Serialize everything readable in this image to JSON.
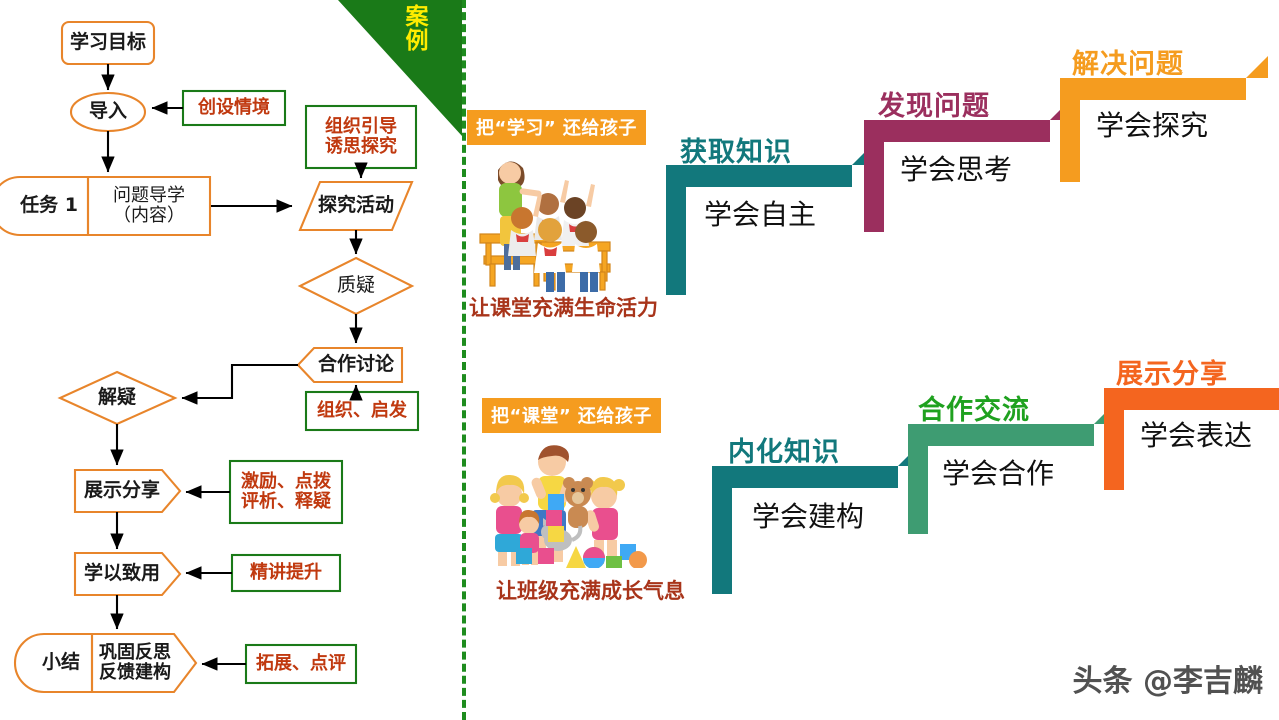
{
  "ribbon": {
    "label": "案例",
    "bg": "#1a7a18",
    "text_color": "#ffec00"
  },
  "divider": {
    "color": "#1e8c1e",
    "style": "dashed"
  },
  "flowchart": {
    "nodes": [
      {
        "id": "goal",
        "text": "学习目标",
        "shape": "rounded-rect",
        "color": "#E8852B"
      },
      {
        "id": "lead",
        "text": "导入",
        "shape": "ellipse",
        "color": "#E8852B"
      },
      {
        "id": "task1",
        "text": "任务 1",
        "shape": "capsule-left",
        "color": "#E8852B"
      },
      {
        "id": "guide",
        "text": "问题导学\n（内容）",
        "shape": "rect",
        "color": "#E8852B"
      },
      {
        "id": "inquiry",
        "text": "探究活动",
        "shape": "parallelogram",
        "color": "#E8852B"
      },
      {
        "id": "question",
        "text": "质疑",
        "shape": "diamond",
        "color": "#E8852B"
      },
      {
        "id": "discuss",
        "text": "合作讨论",
        "shape": "chevron-left",
        "color": "#E8852B"
      },
      {
        "id": "resolve",
        "text": "解疑",
        "shape": "diamond",
        "color": "#E8852B"
      },
      {
        "id": "share",
        "text": "展示分享",
        "shape": "chevron-right",
        "color": "#E8852B"
      },
      {
        "id": "apply",
        "text": "学以致用",
        "shape": "chevron-right",
        "color": "#E8852B"
      },
      {
        "id": "summary",
        "text": "小结",
        "shape": "capsule-left",
        "color": "#E8852B"
      },
      {
        "id": "consolidate",
        "text": "巩固反思\n反馈建构",
        "shape": "chevron-right",
        "color": "#E8852B"
      }
    ],
    "notes": [
      {
        "id": "note-situation",
        "line1": "创设情境",
        "line2": ""
      },
      {
        "id": "note-organize",
        "line1": "组织引导",
        "line2": "诱思探究"
      },
      {
        "id": "note-inspire",
        "line1": "组织、启发",
        "line2": ""
      },
      {
        "id": "note-encourage",
        "line1": "激励、点拨",
        "line2": "评析、释疑"
      },
      {
        "id": "note-refine",
        "line1": "精讲提升",
        "line2": ""
      },
      {
        "id": "note-extend",
        "line1": "拓展、点评",
        "line2": ""
      }
    ],
    "note_border_color": "#1a7a18",
    "note_text_color": "#c0390f",
    "arrow_color": "#000000"
  },
  "panels": [
    {
      "id": "panel-learning",
      "badge": "把“学习” 还给孩子",
      "caption": "让课堂充满生命活力",
      "artwork": "teacher-and-students-icon",
      "steps": [
        {
          "id": "step-acquire",
          "heading": "获取知识",
          "sublabel": "学会自主",
          "color": "#12787C"
        },
        {
          "id": "step-discover",
          "heading": "发现问题",
          "sublabel": "学会思考",
          "color": "#9B2F5E"
        },
        {
          "id": "step-solve",
          "heading": "解决问题",
          "sublabel": "学会探究",
          "color": "#F59C1F"
        }
      ]
    },
    {
      "id": "panel-classroom",
      "badge": "把“课堂” 还给孩子",
      "caption": "让班级充满成长气息",
      "artwork": "children-playing-blocks-icon",
      "steps": [
        {
          "id": "step-internalize",
          "heading": "内化知识",
          "sublabel": "学会建构",
          "color": "#12787C"
        },
        {
          "id": "step-cooperate",
          "heading": "合作交流",
          "sublabel": "学会合作",
          "color": "#3E9C72"
        },
        {
          "id": "step-present",
          "heading": "展示分享",
          "sublabel": "学会表达",
          "color": "#F4651F"
        }
      ]
    }
  ],
  "step_heading_colors": {
    "acquire": "#12787C",
    "discover": "#9B2F5E",
    "solve": "#F59C1F",
    "internalize": "#12787C",
    "cooperate": "#1FA11F",
    "present": "#F4651F"
  },
  "watermark": {
    "text": "头条 @李吉麟"
  }
}
